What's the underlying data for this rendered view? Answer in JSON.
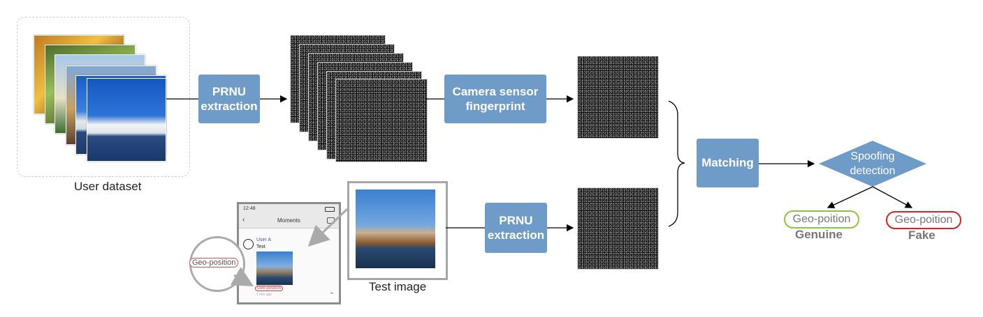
{
  "dataset": {
    "label": "User dataset"
  },
  "prnu_top": {
    "line1": "PRNU",
    "line2": "extraction"
  },
  "camera_fingerprint": {
    "line1": "Camera sensor",
    "line2": "fingerprint"
  },
  "matching": {
    "label": "Matching"
  },
  "spoofing": {
    "line1": "Spoofing",
    "line2": "detection"
  },
  "prnu_bottom": {
    "line1": "PRNU",
    "line2": "extraction"
  },
  "test_image": {
    "label": "Test image"
  },
  "geo_genuine": {
    "pill": "Geo-poition",
    "caption": "Genuine",
    "color": "#8cc63f"
  },
  "geo_fake": {
    "pill": "Geo-poition",
    "caption": "Fake",
    "color": "#e02020"
  },
  "phone": {
    "time": "12:48",
    "title": "Moments",
    "user": "User A",
    "text": "Text",
    "geo_tag": "Geo-position",
    "ago": "1 min ago",
    "dots": "••"
  },
  "magnifier": {
    "label": "Geo-position"
  },
  "colors": {
    "box": "#6f9bc8",
    "arrow": "#000000",
    "frame": "#999999"
  }
}
